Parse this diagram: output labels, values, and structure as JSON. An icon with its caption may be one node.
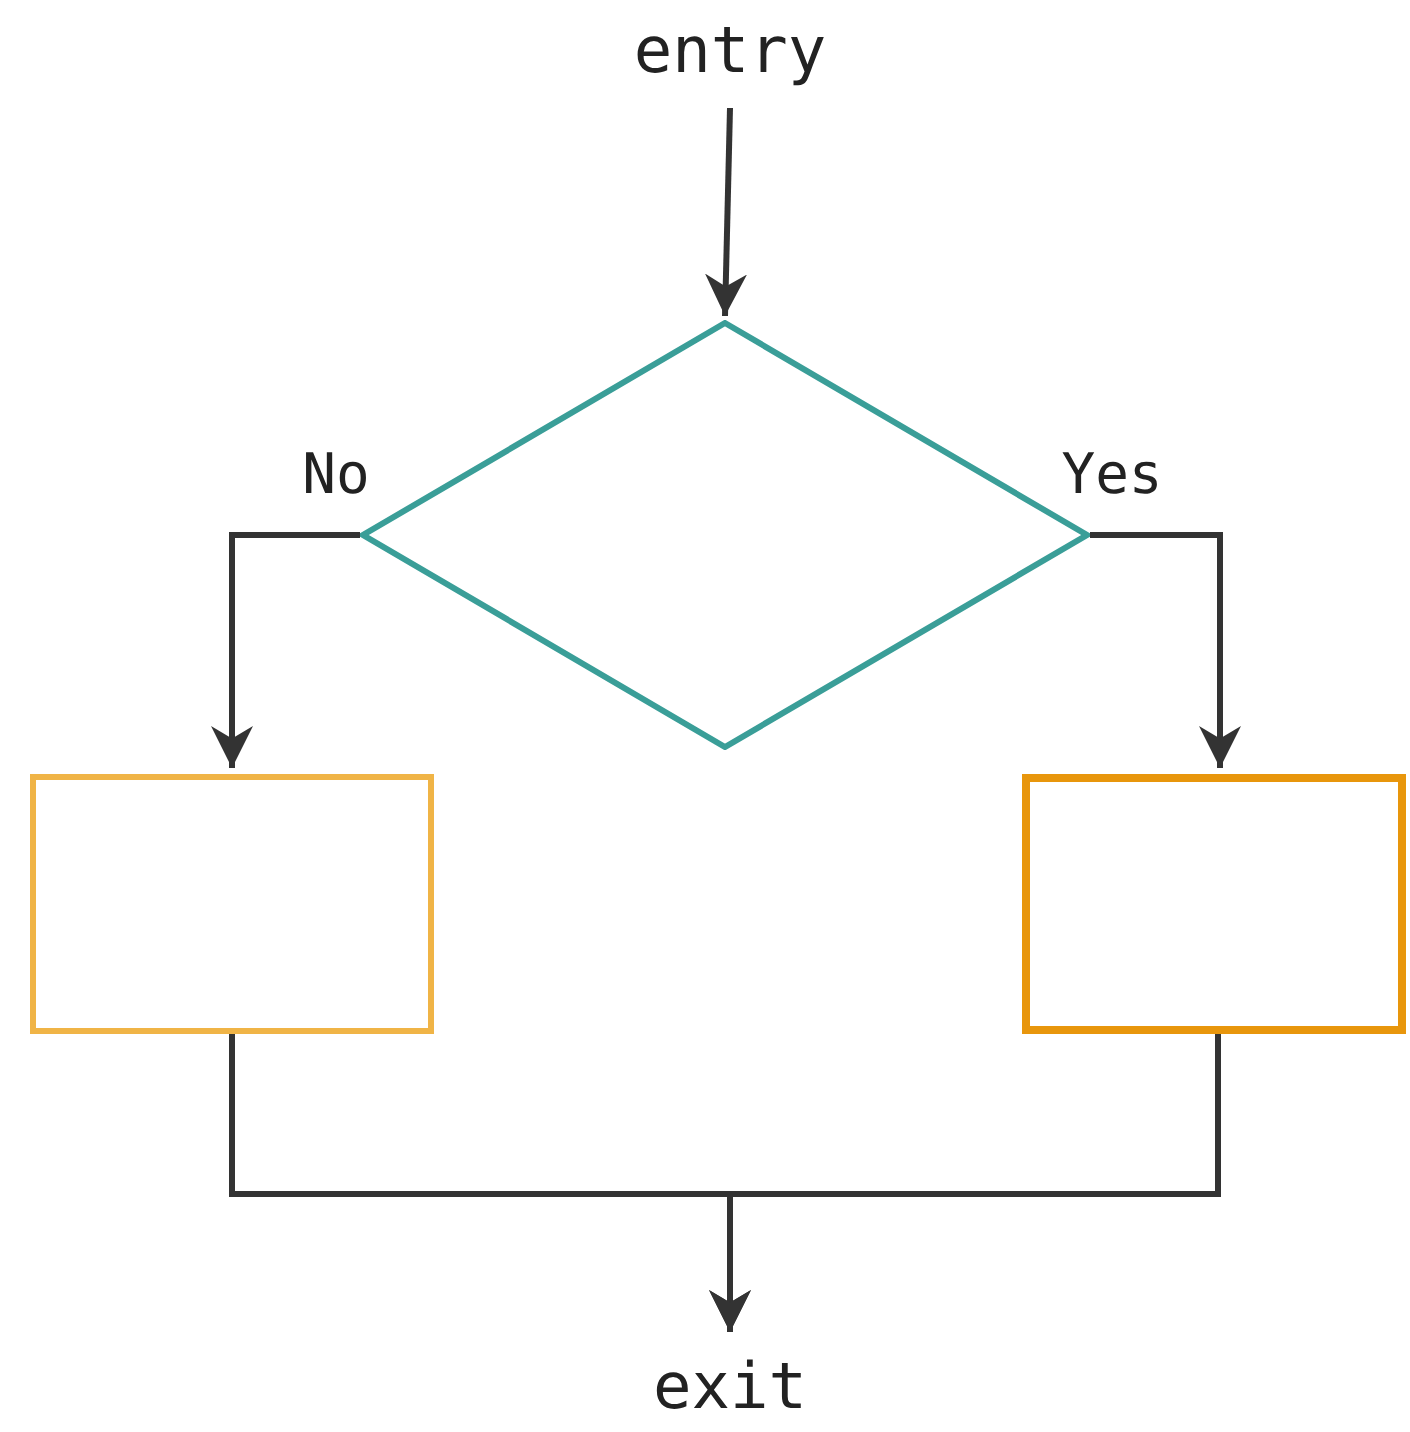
{
  "diagram": {
    "nodes": [
      {
        "text": [
          "entry"
        ]
      },
      {
        "text": [],
        "shape": "diamond"
      },
      {
        "text": [],
        "shape": "box"
      },
      {
        "text": [],
        "shape": "box"
      },
      {
        "text": [
          "exit"
        ]
      }
    ],
    "edges": [
      {
        "from": 0,
        "to": 1,
        "arrow": "to"
      },
      {
        "from": 1,
        "to": 2,
        "arrow": "to",
        "label": "No"
      },
      {
        "from": 1,
        "to": 3,
        "arrow": "to",
        "label": "Yes"
      },
      {
        "from": 2,
        "to": 4,
        "arrow": "to"
      },
      {
        "from": 3,
        "to": 4,
        "arrow": "to"
      }
    ]
  }
}
